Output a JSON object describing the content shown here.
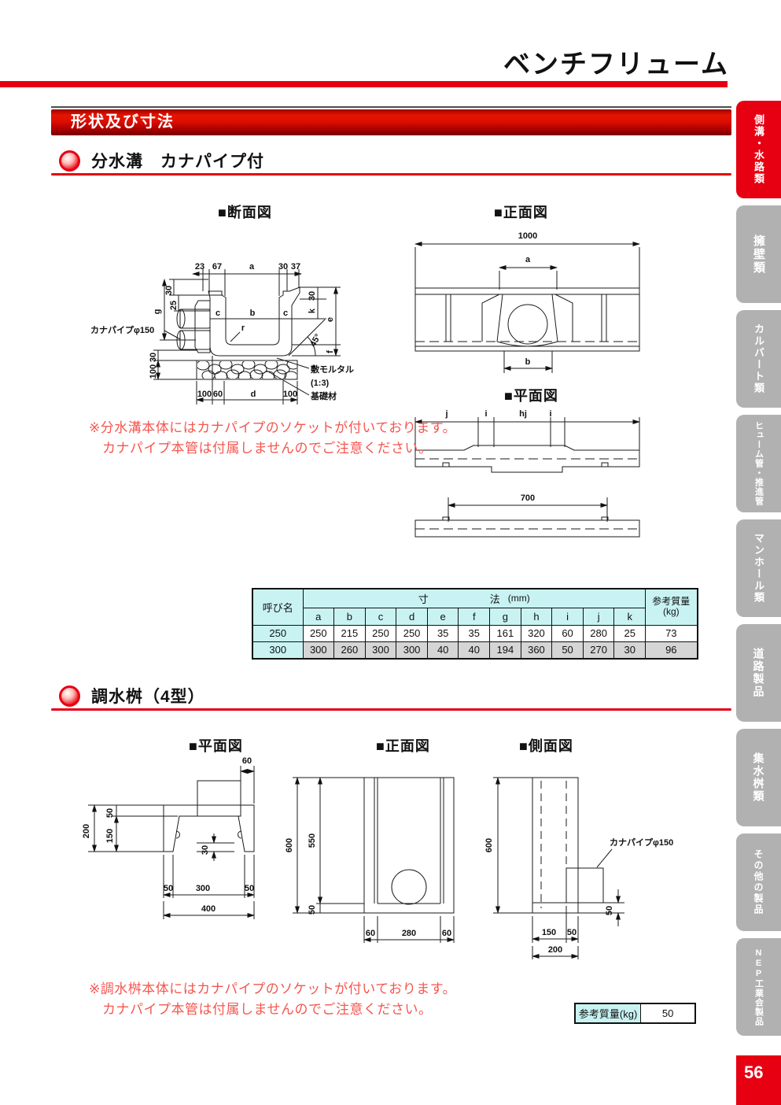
{
  "page": {
    "title": "ベンチフリューム",
    "number": "56"
  },
  "banner": {
    "label": "形状及び寸法"
  },
  "section1": {
    "title": "分水溝　カナパイプ付"
  },
  "section2": {
    "title": "調水桝（4型）"
  },
  "notes": {
    "note1_line1": "※分水溝本体にはカナパイプのソケットが付いております。",
    "note1_line2": "カナパイプ本管は付属しませんのでご注意ください。",
    "note2_line1": "※調水桝本体にはカナパイプのソケットが付いております。",
    "note2_line2": "カナパイプ本管は付属しませんのでご注意ください。"
  },
  "figures": {
    "cross_section": {
      "label": "■断面図",
      "top_dims": [
        "23",
        "67",
        "a",
        "30",
        "37"
      ],
      "left_top_dims": [
        "30",
        "25",
        "g"
      ],
      "left_bottom_dims": [
        "30",
        "100"
      ],
      "channel_dims": [
        "c",
        "b",
        "c"
      ],
      "radius_label": "r",
      "right_dims": [
        "30",
        "k",
        "e",
        "f"
      ],
      "angle_label": "45°",
      "bottom_dims": [
        "100",
        "60",
        "d",
        "100"
      ],
      "pipe_label": "カナパイプφ150",
      "mortar_label_1": "敷モルタル",
      "mortar_label_2": "(1:3)",
      "foundation_label": "基礎材"
    },
    "front1": {
      "label": "■正面図",
      "total_width": "1000",
      "top_dim": "a",
      "bottom_dim": "b"
    },
    "plan1": {
      "label": "■平面図",
      "top_dims": [
        "j",
        "i",
        "hj",
        "i"
      ],
      "span_dim": "700"
    },
    "plan2": {
      "label": "■平面図",
      "top_dim": "60",
      "left_dims": [
        "200",
        "50",
        "150"
      ],
      "inner_dim": "30",
      "bottom_dims": [
        "50",
        "300",
        "50"
      ],
      "total_dim": "400"
    },
    "front2": {
      "label": "■正面図",
      "left_dims": [
        "600",
        "550",
        "50"
      ],
      "bottom_dims": [
        "60",
        "280",
        "60"
      ]
    },
    "side2": {
      "label": "■側面図",
      "left_dim": "600",
      "pipe_label": "カナパイプφ150",
      "right_dim": "50",
      "bottom_dims": [
        "150",
        "50"
      ],
      "total_dim": "200"
    }
  },
  "table": {
    "name_header": "呼び名",
    "dim_label_1": "寸",
    "dim_label_2": "法",
    "dim_unit": "(mm)",
    "mass_header": "参考質量",
    "mass_unit": "(kg)",
    "columns": [
      "a",
      "b",
      "c",
      "d",
      "e",
      "f",
      "g",
      "h",
      "i",
      "j",
      "k"
    ],
    "rows": [
      {
        "name": "250",
        "values": [
          "250",
          "215",
          "250",
          "250",
          "35",
          "35",
          "161",
          "320",
          "60",
          "280",
          "25"
        ],
        "mass": "73"
      },
      {
        "name": "300",
        "values": [
          "300",
          "260",
          "300",
          "300",
          "40",
          "40",
          "194",
          "360",
          "50",
          "270",
          "30"
        ],
        "mass": "96"
      }
    ]
  },
  "mass_table": {
    "label": "参考質量(kg)",
    "value": "50"
  },
  "sidebar": {
    "tabs": [
      {
        "label": "側溝・水路類",
        "active": true
      },
      {
        "label": "擁壁類",
        "active": false
      },
      {
        "label": "カルバート類",
        "active": false
      },
      {
        "label": "ヒューム管・推進管",
        "active": false
      },
      {
        "label": "マンホール類",
        "active": false
      },
      {
        "label": "道路製品",
        "active": false
      },
      {
        "label": "集水桝類",
        "active": false
      },
      {
        "label": "その他の製品",
        "active": false
      },
      {
        "label": "NEP工業会製品",
        "active": false
      }
    ]
  },
  "colors": {
    "accent_red": "#e60012",
    "table_header_cyan": "#c9f3f3",
    "row_gray": "#d5d5d5",
    "concrete_gray": "#d8d8d8",
    "pipe_cyan": "#c5eded",
    "foundation_pink": "#f5a8a8",
    "note_red": "#f5564f"
  }
}
